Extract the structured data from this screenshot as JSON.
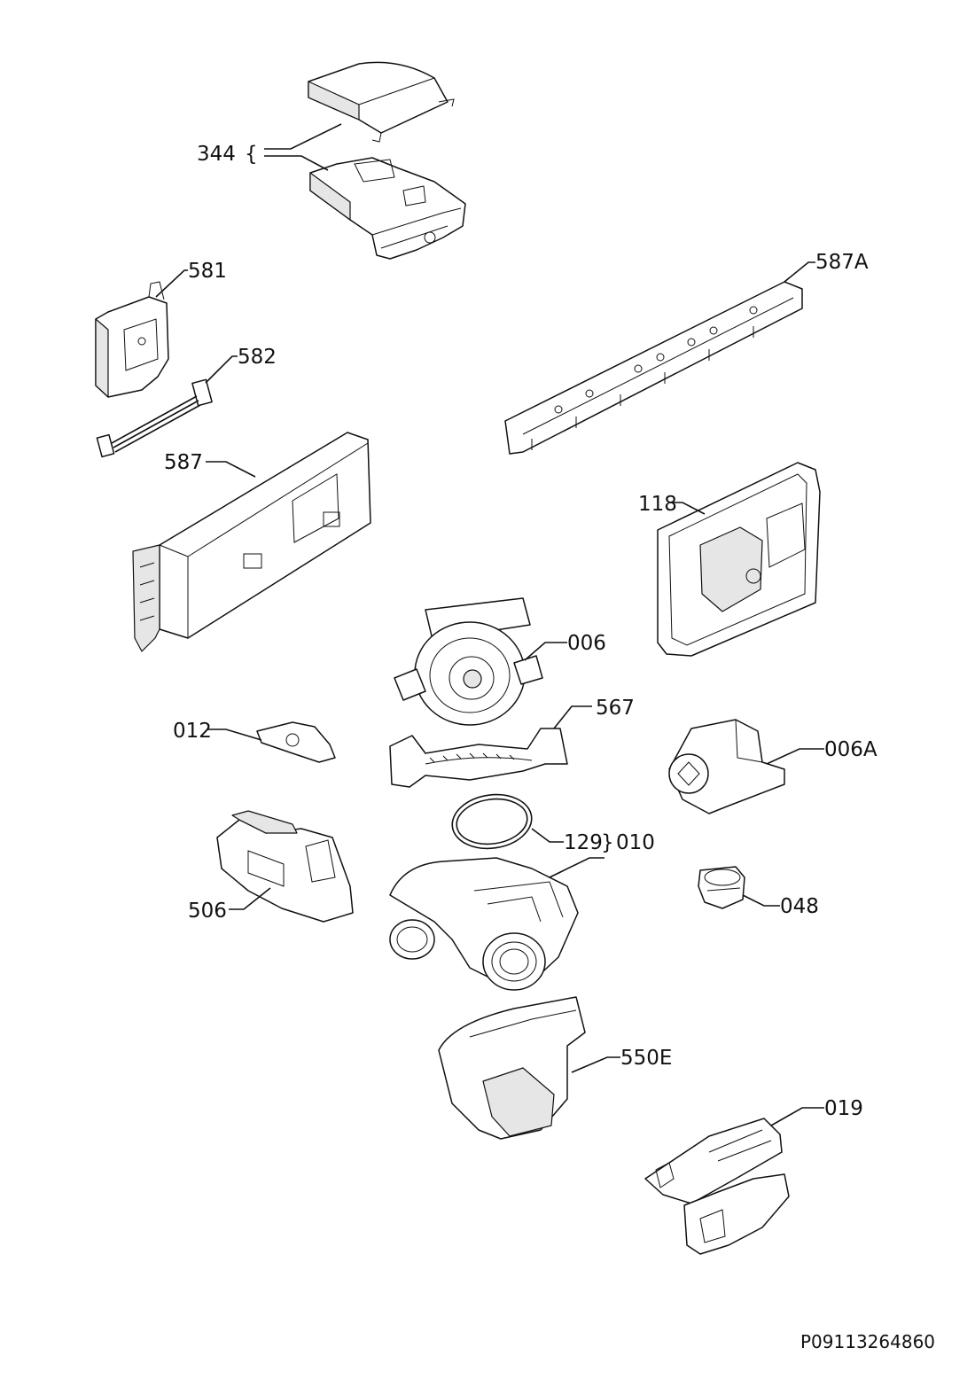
{
  "labels": {
    "l344": "344",
    "l581": "581",
    "l582": "582",
    "l587": "587",
    "l587A": "587A",
    "l118": "118",
    "l006": "006",
    "l567": "567",
    "l012": "012",
    "l006A": "006A",
    "l129": "129",
    "l010": "010",
    "l506": "506",
    "l048": "048",
    "l550E": "550E",
    "l019": "019"
  },
  "brace": "{",
  "doc_number": "P09113264860"
}
